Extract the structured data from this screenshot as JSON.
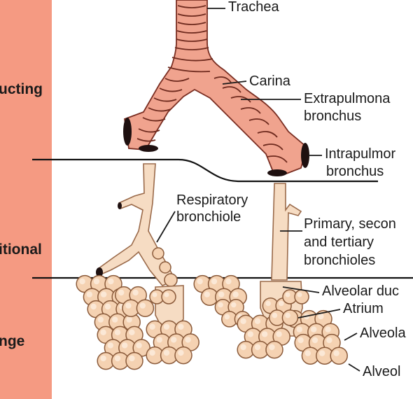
{
  "colors": {
    "side_band": "#f59a82",
    "airway": "#f6dcc3",
    "trachea": "#f0a38e",
    "alveolus": "#f5d2b2"
  },
  "zones": {
    "conducting": "ucting",
    "transitional": "itional",
    "exchange": "nge"
  },
  "labels": {
    "trachea": "Trachea",
    "carina": "Carina",
    "extrapulmonary_1": "Extrapulmona",
    "extrapulmonary_2": "bronchus",
    "intrapulmonary_1": "Intrapulmor",
    "intrapulmonary_2": "bronchus",
    "respiratory_1": "Respiratory",
    "respiratory_2": "bronchiole",
    "bronchioles_1": "Primary, secon",
    "bronchioles_2": "and tertiary",
    "bronchioles_3": "bronchioles",
    "alveolar_duct": "Alveolar duc",
    "atrium": "Atrium",
    "alveolar_sac": "Alveola",
    "alveolus": "Alveol"
  }
}
